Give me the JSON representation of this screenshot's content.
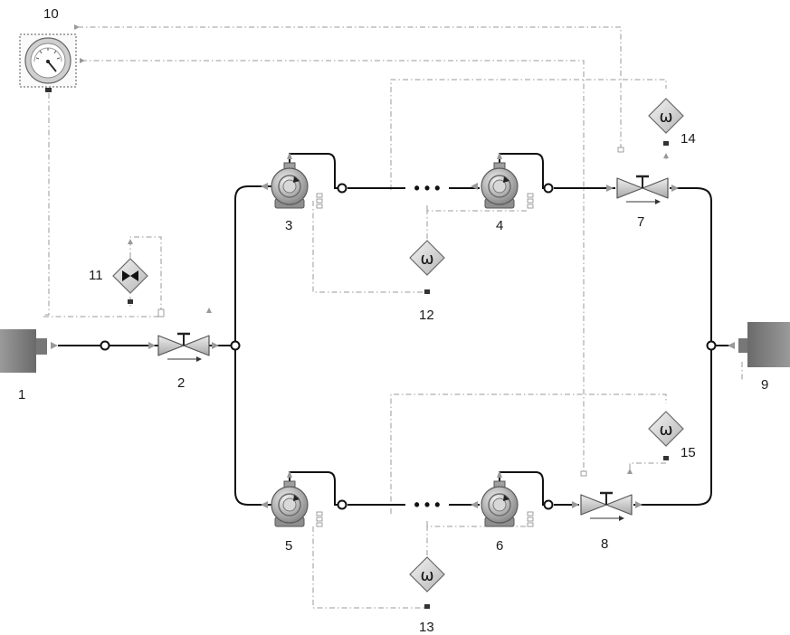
{
  "labels": {
    "source": "1",
    "inlet_valve": "2",
    "pump_3": "3",
    "pump_4": "4",
    "pump_5": "5",
    "pump_6": "6",
    "valve_7": "7",
    "valve_8": "8",
    "sink": "9",
    "gauge": "10",
    "valve_controller": "11",
    "speed_controller_12": "12",
    "speed_controller_13": "13",
    "speed_controller_14": "14",
    "speed_controller_15": "15"
  },
  "controller_symbol": "ω",
  "ellipsis": "• • •",
  "colors": {
    "pipe": "#111111",
    "signal": "#9a9a9a",
    "pump_body": "#9c9c9c",
    "valve_body": "#c4c4c4",
    "tank": "#7a7a7a"
  }
}
